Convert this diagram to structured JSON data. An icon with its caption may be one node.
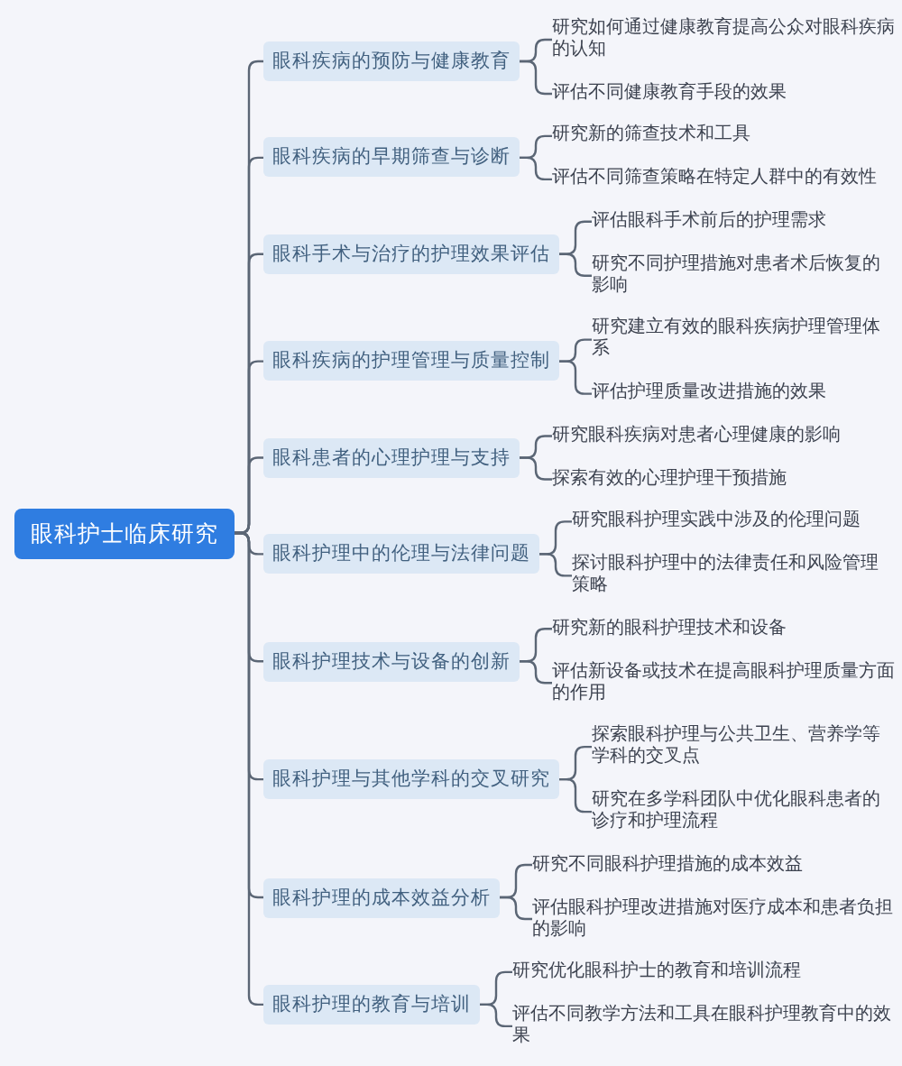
{
  "diagram": {
    "nodes": [
      {
        "text": [
          "眼科护士临床研究"
        ]
      },
      {
        "text": [
          "眼科疾病的预防与健康教育"
        ]
      },
      {
        "text": [
          "研究如何通过健康教育提高公众对眼科疾病的认知"
        ]
      },
      {
        "text": [
          "评估不同健康教育手段的效果"
        ]
      },
      {
        "text": [
          "眼科疾病的早期筛查与诊断"
        ]
      },
      {
        "text": [
          "研究新的筛查技术和工具"
        ]
      },
      {
        "text": [
          "评估不同筛查策略在特定人群中的有效性"
        ]
      },
      {
        "text": [
          "眼科手术与治疗的护理效果评估"
        ]
      },
      {
        "text": [
          "评估眼科手术前后的护理需求"
        ]
      },
      {
        "text": [
          "研究不同护理措施对患者术后恢复的影响"
        ]
      },
      {
        "text": [
          "眼科疾病的护理管理与质量控制"
        ]
      },
      {
        "text": [
          "研究建立有效的眼科疾病护理管理体系"
        ]
      },
      {
        "text": [
          "评估护理质量改进措施的效果"
        ]
      },
      {
        "text": [
          "眼科患者的心理护理与支持"
        ]
      },
      {
        "text": [
          "研究眼科疾病对患者心理健康的影响"
        ]
      },
      {
        "text": [
          "探索有效的心理护理干预措施"
        ]
      },
      {
        "text": [
          "眼科护理中的伦理与法律问题"
        ]
      },
      {
        "text": [
          "研究眼科护理实践中涉及的伦理问题"
        ]
      },
      {
        "text": [
          "探讨眼科护理中的法律责任和风险管理策略"
        ]
      },
      {
        "text": [
          "眼科护理技术与设备的创新"
        ]
      },
      {
        "text": [
          "研究新的眼科护理技术和设备"
        ]
      },
      {
        "text": [
          "评估新设备或技术在提高眼科护理质量方面的作用"
        ]
      },
      {
        "text": [
          "眼科护理与其他学科的交叉研究"
        ]
      },
      {
        "text": [
          "探索眼科护理与公共卫生、营养学等学科的交叉点"
        ]
      },
      {
        "text": [
          "研究在多学科团队中优化眼科患者的诊疗和护理流程"
        ]
      },
      {
        "text": [
          "眼科护理的成本效益分析"
        ]
      },
      {
        "text": [
          "研究不同眼科护理措施的成本效益"
        ]
      },
      {
        "text": [
          "评估眼科护理改进措施对医疗成本和患者负担的影响"
        ]
      },
      {
        "text": [
          "眼科护理的教育与培训"
        ]
      },
      {
        "text": [
          "研究优化眼科护士的教育和培训流程"
        ]
      },
      {
        "text": [
          "评估不同教学方法和工具在眼科护理教育中的效果"
        ]
      }
    ],
    "edges": [
      {
        "from": 0,
        "to": 1,
        "arrow": "none"
      },
      {
        "from": 1,
        "to": 2,
        "arrow": "none"
      },
      {
        "from": 1,
        "to": 3,
        "arrow": "none"
      },
      {
        "from": 0,
        "to": 4,
        "arrow": "none"
      },
      {
        "from": 4,
        "to": 5,
        "arrow": "none"
      },
      {
        "from": 4,
        "to": 6,
        "arrow": "none"
      },
      {
        "from": 0,
        "to": 7,
        "arrow": "none"
      },
      {
        "from": 7,
        "to": 8,
        "arrow": "none"
      },
      {
        "from": 7,
        "to": 9,
        "arrow": "none"
      },
      {
        "from": 0,
        "to": 10,
        "arrow": "none"
      },
      {
        "from": 10,
        "to": 11,
        "arrow": "none"
      },
      {
        "from": 10,
        "to": 12,
        "arrow": "none"
      },
      {
        "from": 0,
        "to": 13,
        "arrow": "none"
      },
      {
        "from": 13,
        "to": 14,
        "arrow": "none"
      },
      {
        "from": 13,
        "to": 15,
        "arrow": "none"
      },
      {
        "from": 0,
        "to": 16,
        "arrow": "none"
      },
      {
        "from": 16,
        "to": 17,
        "arrow": "none"
      },
      {
        "from": 16,
        "to": 18,
        "arrow": "none"
      },
      {
        "from": 0,
        "to": 19,
        "arrow": "none"
      },
      {
        "from": 19,
        "to": 20,
        "arrow": "none"
      },
      {
        "from": 19,
        "to": 21,
        "arrow": "none"
      },
      {
        "from": 0,
        "to": 22,
        "arrow": "none"
      },
      {
        "from": 22,
        "to": 23,
        "arrow": "none"
      },
      {
        "from": 22,
        "to": 24,
        "arrow": "none"
      },
      {
        "from": 0,
        "to": 25,
        "arrow": "none"
      },
      {
        "from": 25,
        "to": 26,
        "arrow": "none"
      },
      {
        "from": 25,
        "to": 27,
        "arrow": "none"
      },
      {
        "from": 0,
        "to": 28,
        "arrow": "none"
      },
      {
        "from": 28,
        "to": 29,
        "arrow": "none"
      },
      {
        "from": 28,
        "to": 30,
        "arrow": "none"
      }
    ]
  }
}
